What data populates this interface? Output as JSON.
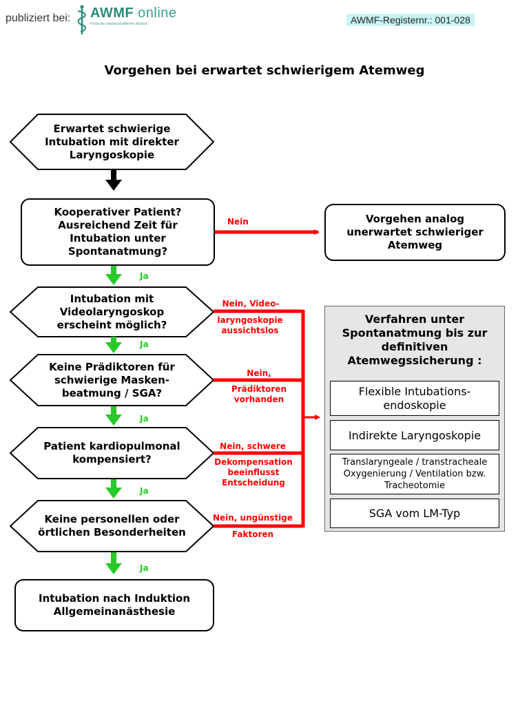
{
  "header": {
    "published_by": "publiziert bei:",
    "logo_name": "AWMF",
    "logo_suffix": "online",
    "logo_tagline": "Portal der wissenschaftlichen Medizin",
    "register_number": "AWMF-Registernr.: 001-028"
  },
  "title": "Vorgehen bei erwartet schwierigem Atemweg",
  "nodes": {
    "start": "Erwartet schwierige Intubation mit direkter Laryngoskopie",
    "cooperative": "Kooperativer Patient? Ausreichend Zeit für Intubation unter Spontanatmung?",
    "analog": "Vorgehen analog unerwartet schwieriger Atemweg",
    "video": "Intubation mit Videolaryngoskop erscheint möglich?",
    "predictors": "Keine Prädiktoren für schwierige Masken-beatmung / SGA?",
    "cardio": "Patient kardiopulmonal kompensiert?",
    "personnel": "Keine personellen oder örtlichen Besonderheiten",
    "final": "Intubation nach Induktion Allgemeinanästhesie"
  },
  "edge_labels": {
    "yes": "Ja",
    "no_cooperative": "Nein",
    "no_video_1": "Nein, Video-",
    "no_video_2": "laryngoskopie aussichtslos",
    "no_predictors_1": "Nein,",
    "no_predictors_2": "Prädiktoren vorhanden",
    "no_cardio_1": "Nein, schwere",
    "no_cardio_2": "Dekompensation beeinflusst Entscheidung",
    "no_personnel_1": "Nein, ungünstige",
    "no_personnel_2": "Faktoren"
  },
  "panel": {
    "title": "Verfahren unter Spontanatmung bis zur definitiven Atemwegssicherung :",
    "options": [
      "Flexible Intubations-endoskopie",
      "Indirekte Laryngoskopie",
      "Translaryngeale / transtracheale Oxygenierung / Ventilation bzw. Tracheotomie",
      "SGA vom LM-Typ"
    ]
  },
  "colors": {
    "no_path": "#ff0000",
    "yes_path": "#28c928",
    "start_arrow": "#000000",
    "panel_bg": "#e6e6e6",
    "register_bg": "#c8f4f4"
  }
}
